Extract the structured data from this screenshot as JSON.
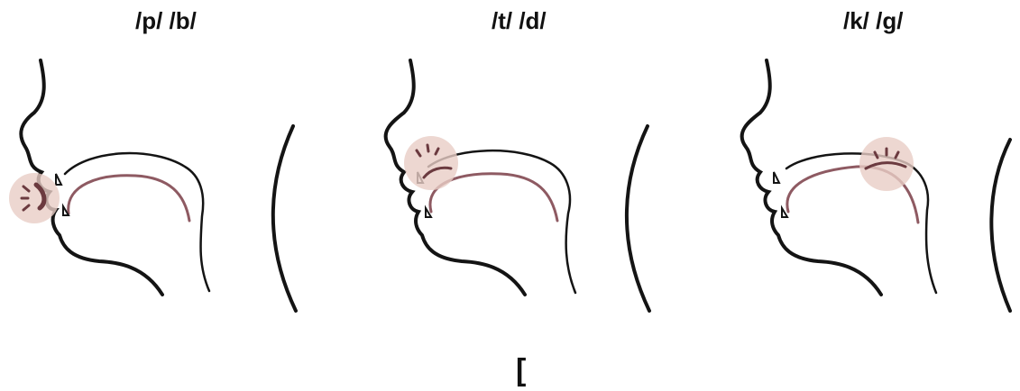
{
  "diagram": {
    "panels": [
      {
        "label": "/p/ /b/",
        "place": "lips"
      },
      {
        "label": "/t/ /d/",
        "place": "alveolar ridge"
      },
      {
        "label": "/k/ /g/",
        "place": "soft palate"
      }
    ],
    "footer_mark": "["
  },
  "colors": {
    "outline": "#141414",
    "tongue": "#8e5a62",
    "highlight": "#e9cdc6",
    "burst": "#6b3a3f"
  }
}
